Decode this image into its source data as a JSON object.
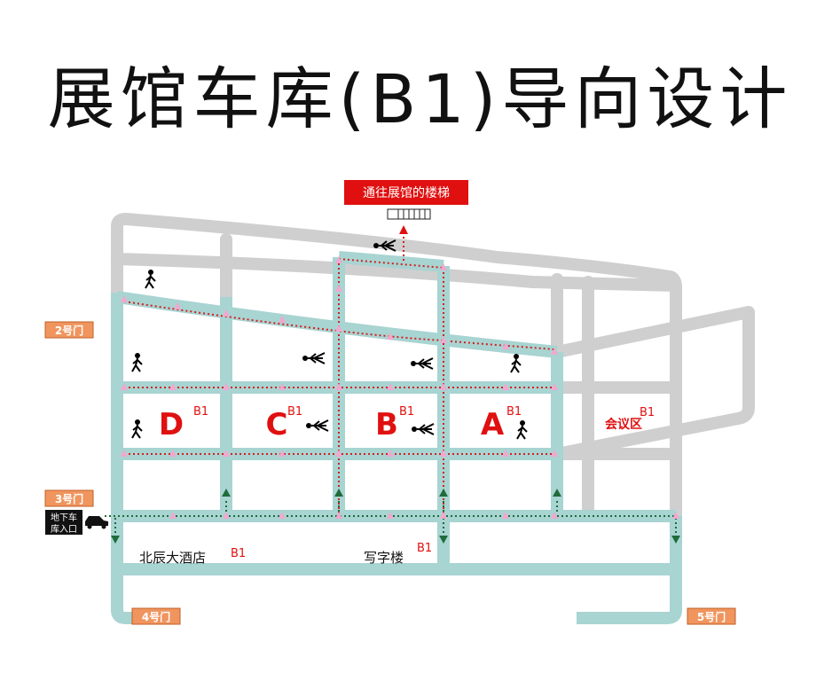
{
  "title": "展馆车库(B1)导向设计",
  "stairs_label": "通往展馆的楼梯",
  "gates": {
    "gate2": "2号门",
    "gate3": "3号门",
    "gate4": "4号门",
    "gate5": "5号门"
  },
  "garage_entrance": [
    "地下车",
    "库入口"
  ],
  "zones": [
    {
      "letter": "D",
      "level": "B1"
    },
    {
      "letter": "C",
      "level": "B1"
    },
    {
      "letter": "B",
      "level": "B1"
    },
    {
      "letter": "A",
      "level": "B1"
    }
  ],
  "buildings": {
    "conference": "会议区",
    "conference_level": "B1",
    "hotel": "北辰大酒店",
    "hotel_level": "B1",
    "office": "写字楼",
    "office_level": "B1"
  },
  "colors": {
    "road": "#cfcfcf",
    "path": "#a8d4d2",
    "accent_red": "#e01010",
    "gate_orange": "#f0955e",
    "marker_pink": "#f2a7cf",
    "arrow_green": "#1f6b3a"
  }
}
